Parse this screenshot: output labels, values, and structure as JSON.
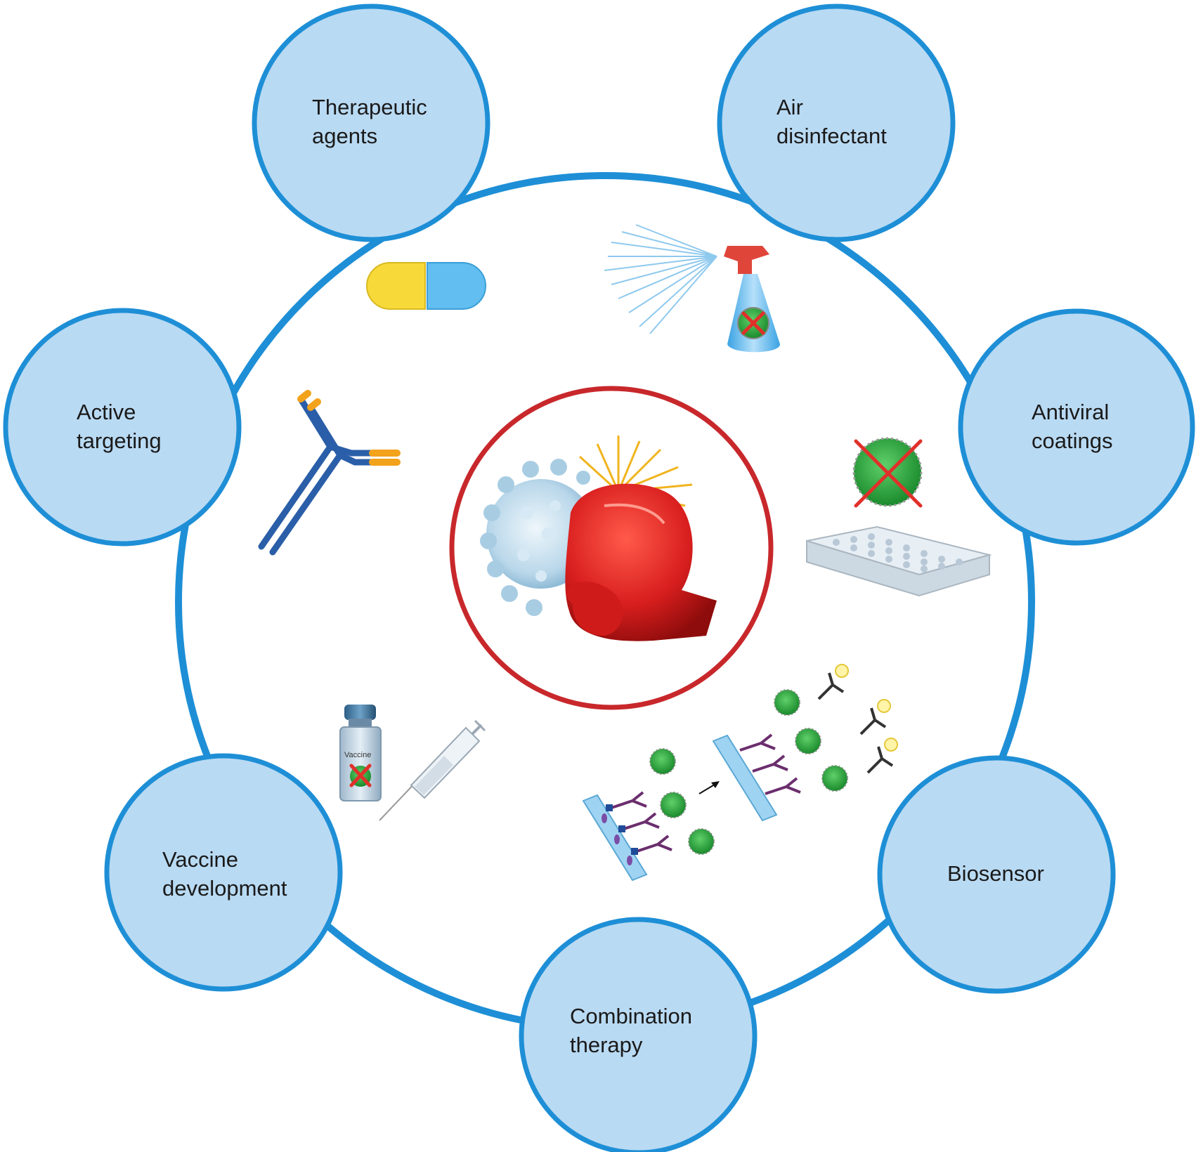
{
  "colors": {
    "ring": "#1e8fd6",
    "node_fill": "#b9daf3",
    "node_stroke": "#1e8fd6",
    "center_ring": "#c8282b",
    "glove": "#d81e1e",
    "virus_green": "#27a83b",
    "cross_red": "#e0302a"
  },
  "nodes": {
    "therapeutic": {
      "line1": "Therapeutic",
      "line2": "agents"
    },
    "air": {
      "line1": "Air",
      "line2": "disinfectant"
    },
    "antiviral": {
      "line1": "Antiviral",
      "line2": "coatings"
    },
    "biosensor": {
      "line1": "Biosensor"
    },
    "combination": {
      "line1": "Combination",
      "line2": "therapy"
    },
    "vaccine": {
      "line1": "Vaccine",
      "line2": "development"
    },
    "targeting": {
      "line1": "Active",
      "line2": "targeting"
    }
  },
  "icons": {
    "vial_label": "Vaccine"
  }
}
